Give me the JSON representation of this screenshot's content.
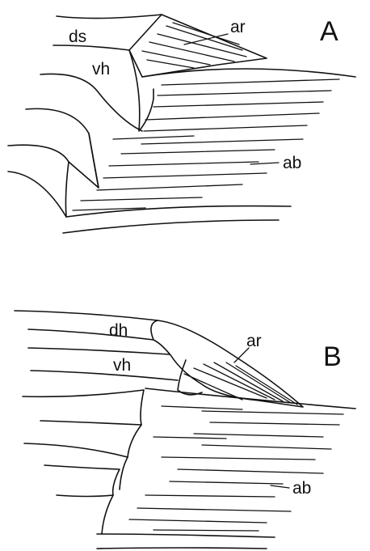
{
  "panel_a": {
    "letter": "A",
    "labels": {
      "ds": "ds",
      "vh": "vh",
      "ar": "ar",
      "ab": "ab"
    }
  },
  "panel_b": {
    "letter": "B",
    "labels": {
      "dh": "dh",
      "vh": "vh",
      "ar": "ar",
      "ab": "ab"
    }
  },
  "colors": {
    "ink": "#111111",
    "paper": "#ffffff"
  }
}
